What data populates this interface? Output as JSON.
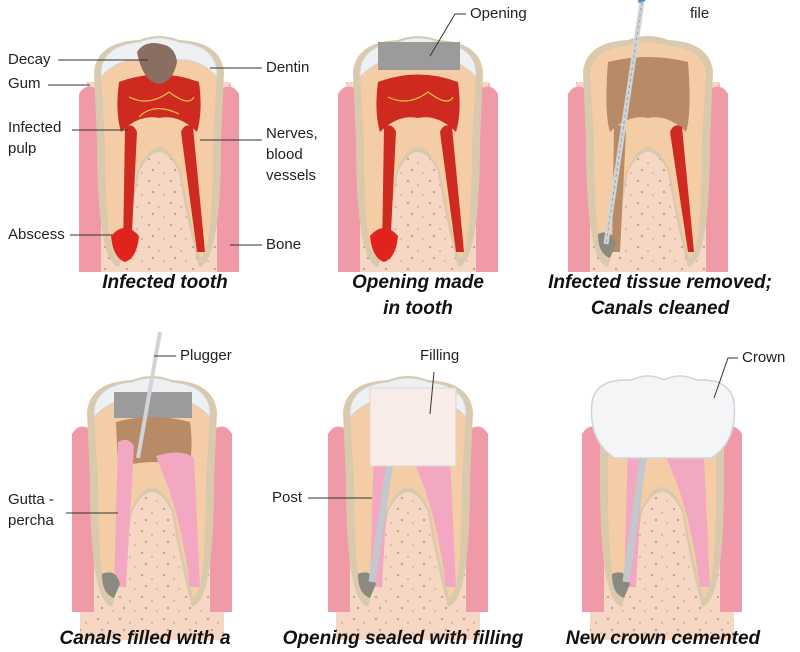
{
  "panels": [
    {
      "caption": [
        "Infected tooth"
      ],
      "labels": {
        "decay": "Decay",
        "gum": "Gum",
        "infected_pulp": [
          "Infected",
          "pulp"
        ],
        "abscess": "Abscess",
        "dentin": "Dentin",
        "nerves": [
          "Nerves,",
          "blood",
          "vessels"
        ],
        "bone": "Bone"
      }
    },
    {
      "caption": [
        "Opening made",
        "in tooth"
      ],
      "labels": {
        "opening": "Opening"
      }
    },
    {
      "caption": [
        "Infected tissue removed;",
        "Canals cleaned"
      ],
      "labels": {
        "file": "file"
      }
    },
    {
      "caption": [
        "Canals filled with a"
      ],
      "labels": {
        "plugger": "Plugger",
        "gutta": [
          "Gutta -",
          "percha"
        ]
      }
    },
    {
      "caption": [
        "Opening sealed with filling"
      ],
      "labels": {
        "filling": "Filling",
        "post": "Post"
      }
    },
    {
      "caption": [
        "New crown cemented"
      ],
      "labels": {
        "crown": "Crown"
      }
    }
  ],
  "colors": {
    "bone": "#f6d7c4",
    "gum": "#ef9aa6",
    "root_shell": "#d9c9ad",
    "dentin": "#f4cda6",
    "enamel": "#eef0f1",
    "pulp": "#cf2a20",
    "cleaned": "#b98a66",
    "gutta": "#f2a8c0",
    "opening": "#9b9b9b",
    "filling": "#f7ece8",
    "instrument": "#d0d4d8",
    "handle": "#4a8fd0"
  }
}
